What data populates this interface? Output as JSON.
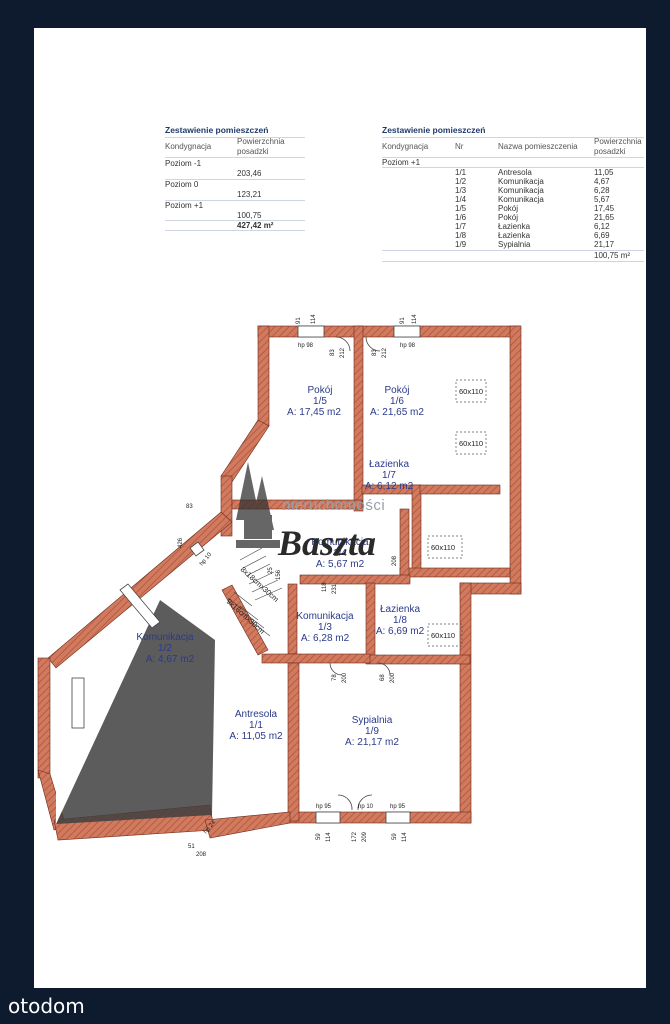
{
  "summary_left": {
    "title": "Zestawienie pomieszczeń",
    "col1": "Kondygnacja",
    "col2a": "Powierzchnia",
    "col2b": "posadzki",
    "rows": [
      {
        "label": "Poziom -1",
        "value": "203,46"
      },
      {
        "label": "Poziom 0",
        "value": "123,21"
      },
      {
        "label": "Poziom +1",
        "value": "100,75"
      }
    ],
    "total": "427,42 m²"
  },
  "summary_right": {
    "title": "Zestawienie pomieszczeń",
    "col1": "Kondygnacja",
    "col2": "Nr",
    "col3": "Nazwa pomieszczenia",
    "col4a": "Powierzchnia",
    "col4b": "posadzki",
    "level": "Poziom +1",
    "rows": [
      {
        "nr": "1/1",
        "name": "Antresola",
        "area": "11,05"
      },
      {
        "nr": "1/2",
        "name": "Komunikacja",
        "area": "4,67"
      },
      {
        "nr": "1/3",
        "name": "Komunikacja",
        "area": "6,28"
      },
      {
        "nr": "1/4",
        "name": "Komunikacja",
        "area": "5,67"
      },
      {
        "nr": "1/5",
        "name": "Pokój",
        "area": "17,45"
      },
      {
        "nr": "1/6",
        "name": "Pokój",
        "area": "21,65"
      },
      {
        "nr": "1/7",
        "name": "Łazienka",
        "area": "6,12"
      },
      {
        "nr": "1/8",
        "name": "Łazienka",
        "area": "6,69"
      },
      {
        "nr": "1/9",
        "name": "Sypialnia",
        "area": "21,17"
      }
    ],
    "total": "100,75 m²"
  },
  "rooms": [
    {
      "name": "Pokój",
      "nr": "1/5",
      "area": "A: 17,45 m2"
    },
    {
      "name": "Pokój",
      "nr": "1/6",
      "area": "A: 21,65 m2"
    },
    {
      "name": "Łazienka",
      "nr": "1/7",
      "area": "A: 6,12 m2"
    },
    {
      "name": "Komunikacja",
      "nr": "1/4",
      "area": "A: 5,67 m2"
    },
    {
      "name": "Komunikacja",
      "nr": "1/3",
      "area": "A: 6,28 m2"
    },
    {
      "name": "Łazienka",
      "nr": "1/8",
      "area": "A: 6,69 m2"
    },
    {
      "name": "Komunikacja",
      "nr": "1/2",
      "area": "A: 4,67 m2"
    },
    {
      "name": "Antresola",
      "nr": "1/1",
      "area": "A: 11,05 m2"
    },
    {
      "name": "Sypialnia",
      "nr": "1/9",
      "area": "A: 21,17 m2"
    }
  ],
  "fixtures": [
    "60x110",
    "60x110",
    "60x110",
    "60x110"
  ],
  "stairs": [
    "8x18cmx30cm",
    "9x16cmx30cm"
  ],
  "dims": {
    "top_left": [
      "91",
      "114",
      "hp 98",
      "212",
      "83"
    ],
    "top_right": [
      "83",
      "212",
      "91",
      "114",
      "hp 98"
    ],
    "mid_a": [
      "25",
      "156",
      "118",
      "231",
      "208"
    ],
    "mid_b": [
      "78",
      "200",
      "68",
      "200"
    ],
    "left_diag": [
      "83",
      "426",
      "hp 10"
    ],
    "bottom": [
      "hp 95",
      "hp 10",
      "hp 95",
      "59",
      "114",
      "172",
      "209",
      "59",
      "114"
    ],
    "bottom_left": [
      "51",
      "208",
      "hp 24"
    ]
  },
  "watermark": {
    "text": "nieruchomości",
    "brand": "Baszta"
  },
  "footer_logo": "otodom",
  "colors": {
    "wall": "#c96a50",
    "background": "#0e1a2e",
    "room_text": "#2a3a8a"
  }
}
